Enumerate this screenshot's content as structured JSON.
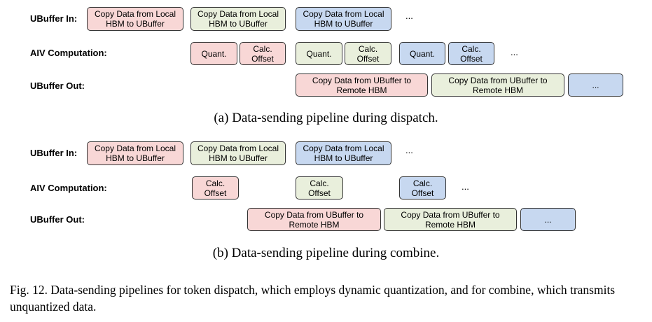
{
  "colors": {
    "pink": "#f8d7d6",
    "green": "#e9efdc",
    "blue": "#c7d8f0"
  },
  "dispatch": {
    "row_in_label": "UBuffer In:",
    "row_aiv_label": "AIV Computation:",
    "row_out_label": "UBuffer Out:",
    "in_boxes": [
      "Copy Data from Local\nHBM to UBuffer",
      "Copy Data from Local\nHBM to UBuffer",
      "Copy Data from Local\nHBM to UBuffer"
    ],
    "in_ellipsis": "...",
    "aiv_boxes": [
      "Quant.",
      "Calc.\nOffset",
      "Quant.",
      "Calc.\nOffset",
      "Quant.",
      "Calc.\nOffset"
    ],
    "aiv_ellipsis": "...",
    "out_boxes": [
      "Copy Data from UBuffer to\nRemote HBM",
      "Copy Data from UBuffer to\nRemote HBM",
      "..."
    ],
    "caption": "(a) Data-sending pipeline during dispatch."
  },
  "combine": {
    "row_in_label": "UBuffer In:",
    "row_aiv_label": "AIV Computation:",
    "row_out_label": "UBuffer Out:",
    "in_boxes": [
      "Copy Data from Local\nHBM to UBuffer",
      "Copy Data from Local\nHBM to UBuffer",
      "Copy Data from Local\nHBM to UBuffer"
    ],
    "in_ellipsis": "...",
    "aiv_boxes": [
      "Calc.\nOffset",
      "Calc.\nOffset",
      "Calc.\nOffset"
    ],
    "aiv_ellipsis": "...",
    "out_boxes": [
      "Copy Data from UBuffer to\nRemote HBM",
      "Copy Data from UBuffer to\nRemote HBM",
      "..."
    ],
    "caption": "(b) Data-sending pipeline during combine."
  },
  "figure_caption": "Fig. 12.  Data-sending pipelines for token dispatch, which employs dynamic quantization, and for combine, which transmits unquantized data."
}
